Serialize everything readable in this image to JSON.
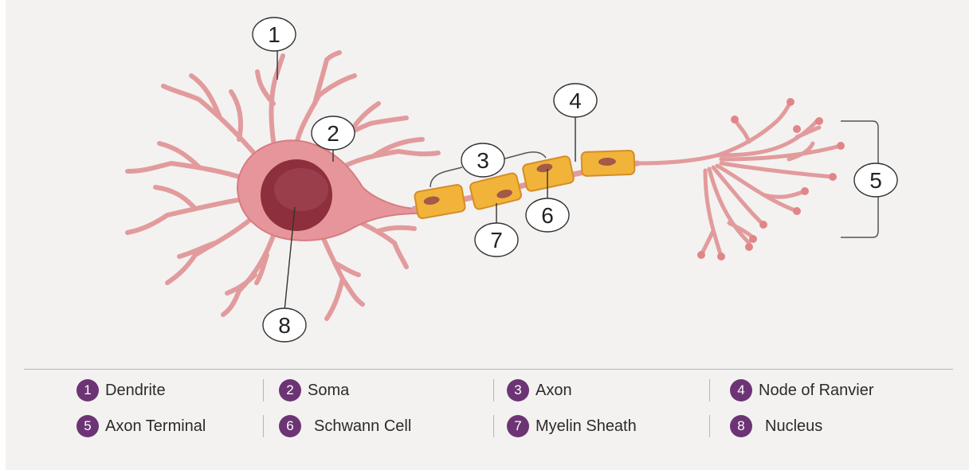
{
  "callouts": [
    {
      "number": "1",
      "name": "Dendrite"
    },
    {
      "number": "2",
      "name": "Soma"
    },
    {
      "number": "3",
      "name": "Axon"
    },
    {
      "number": "4",
      "name": "Node of Ranvier"
    },
    {
      "number": "5",
      "name": "Axon Terminal"
    },
    {
      "number": "6",
      "name": "Schwann Cell"
    },
    {
      "number": "7",
      "name": "Myelin Sheath"
    },
    {
      "number": "8",
      "name": "Nucleus"
    }
  ],
  "legend": {
    "items": [
      {
        "number": "1",
        "label": "Dendrite"
      },
      {
        "number": "2",
        "label": "Soma"
      },
      {
        "number": "3",
        "label": "Axon"
      },
      {
        "number": "4",
        "label": "Node of Ranvier"
      },
      {
        "number": "5",
        "label": "Axon Terminal"
      },
      {
        "number": "6",
        "label": "Schwann Cell"
      },
      {
        "number": "7",
        "label": "Myelin Sheath"
      },
      {
        "number": "8",
        "label": "Nucleus"
      }
    ]
  },
  "colors": {
    "background": "#f3f2f1",
    "neuron_body": "#e8a3a3",
    "neuron_outline": "#c9686b",
    "nucleus": "#8e2f3d",
    "myelin": "#f1b53a",
    "myelin_outline": "#d9902a",
    "badge": "#6c3475",
    "callout_stroke": "#333333"
  }
}
